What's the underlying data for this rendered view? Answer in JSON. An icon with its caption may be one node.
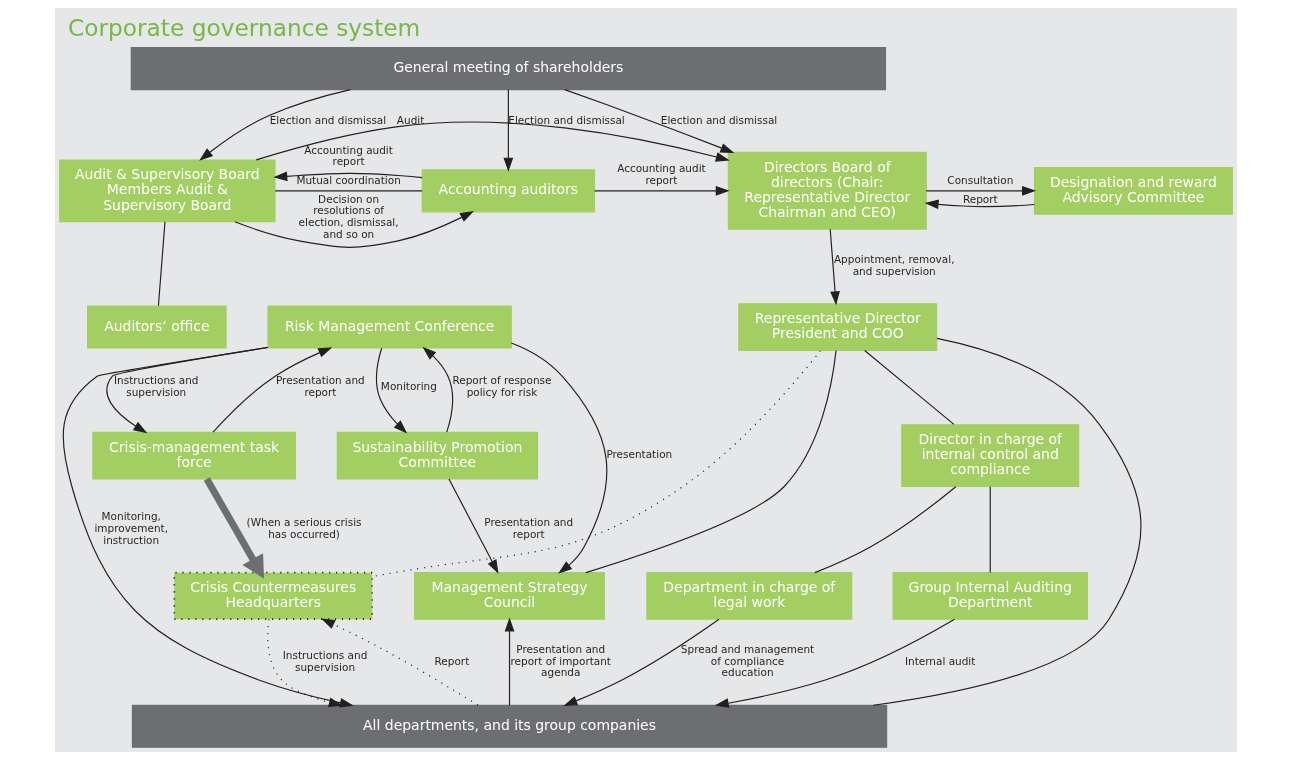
{
  "diagram": {
    "title": "Corporate governance system",
    "nodes": [
      {
        "text": [
          "General meeting of shareholders"
        ]
      },
      {
        "text": [
          "Designation and reward Advisory Committee"
        ]
      },
      {
        "text": [
          "Directors Board of directors (Chair: Representative Director Chairman and CEO)"
        ]
      },
      {
        "text": [
          "Audit & Supervisory Board Members Audit & Supervisory Board"
        ]
      },
      {
        "text": [
          "Accounting auditors"
        ]
      },
      {
        "text": [
          "Auditors’ office"
        ]
      },
      {
        "text": [
          "Representative Director President and COO"
        ]
      },
      {
        "text": [
          "Director in charge of internal control and compliance"
        ]
      },
      {
        "text": [
          "Management Strategy Council"
        ]
      },
      {
        "text": [
          "Sustainability Promotion Committee"
        ]
      },
      {
        "text": [
          "Risk Management Conference"
        ]
      },
      {
        "text": [
          "Group Internal Auditing Department"
        ]
      },
      {
        "text": [
          "Department in charge of legal work"
        ]
      },
      {
        "text": [
          "Crisis-management task force"
        ]
      },
      {
        "text": [
          "Crisis Countermeasures Headquarters"
        ]
      },
      {
        "text": [
          "All departments, and its group companies"
        ]
      }
    ],
    "edges": [
      {
        "from": 0,
        "to": 2,
        "arrow": "to",
        "label": "Election and dismissal"
      },
      {
        "from": 0,
        "to": 3,
        "arrow": "to",
        "label": "Election and dismissal"
      },
      {
        "from": 0,
        "to": 4,
        "arrow": "to",
        "label": "Election and dismissal"
      },
      {
        "from": 4,
        "to": 2,
        "arrow": "to",
        "label": "Accounting audit report"
      },
      {
        "from": 2,
        "to": 1,
        "arrow": "to",
        "label": "Consultation"
      },
      {
        "from": 1,
        "to": 2,
        "arrow": "to",
        "label": "Report"
      },
      {
        "from": 3,
        "to": 2,
        "arrow": "to",
        "label": "Audit"
      },
      {
        "from": 4,
        "to": 3,
        "arrow": "to",
        "label": "Accounting audit report"
      },
      {
        "from": 3,
        "to": 4,
        "arrow": "none",
        "label": "Mutual coordination"
      },
      {
        "from": 3,
        "to": 4,
        "arrow": "to",
        "label": "Decision on resolutions of election, dismissal, and so on"
      },
      {
        "from": 3,
        "to": 5,
        "arrow": "none"
      },
      {
        "from": 2,
        "to": 6,
        "arrow": "to",
        "label": "Appointment, removal, and supervision"
      },
      {
        "from": 6,
        "to": 7,
        "arrow": "none"
      },
      {
        "from": 6,
        "to": 8,
        "arrow": "none"
      },
      {
        "from": 6,
        "to": 15,
        "arrow": "none"
      },
      {
        "from": 6,
        "to": 14,
        "arrow": "none",
        "style": "dashed"
      },
      {
        "from": 7,
        "to": 11,
        "arrow": "none"
      },
      {
        "from": 7,
        "to": 12,
        "arrow": "none"
      },
      {
        "from": 11,
        "to": 15,
        "arrow": "to",
        "label": "Internal audit"
      },
      {
        "from": 12,
        "to": 15,
        "arrow": "to",
        "label": "Spread and management of compliance education"
      },
      {
        "from": 15,
        "to": 8,
        "arrow": "to",
        "label": "Presentation and report of important agenda"
      },
      {
        "from": 9,
        "to": 8,
        "arrow": "to",
        "label": "Presentation and report"
      },
      {
        "from": 9,
        "to": 10,
        "arrow": "to",
        "label": "Report of response policy for risk"
      },
      {
        "from": 10,
        "to": 9,
        "arrow": "to",
        "label": "Monitoring"
      },
      {
        "from": 10,
        "to": 8,
        "arrow": "to",
        "label": "Presentation"
      },
      {
        "from": 10,
        "to": 15,
        "arrow": "to",
        "label": "Monitoring, improvement, instruction"
      },
      {
        "from": 10,
        "to": 13,
        "arrow": "to",
        "label": "Instructions and supervision"
      },
      {
        "from": 13,
        "to": 10,
        "arrow": "to",
        "label": "Presentation and report"
      },
      {
        "from": 13,
        "to": 14,
        "arrow": "to",
        "label": "(When a serious crisis has occurred)",
        "style": "thick",
        "color": "#6d6e71"
      },
      {
        "from": 14,
        "to": 15,
        "arrow": "to",
        "label": "Instructions and supervision",
        "style": "dashed"
      },
      {
        "from": 15,
        "to": 14,
        "arrow": "to",
        "label": "Report",
        "style": "dashed"
      }
    ]
  }
}
